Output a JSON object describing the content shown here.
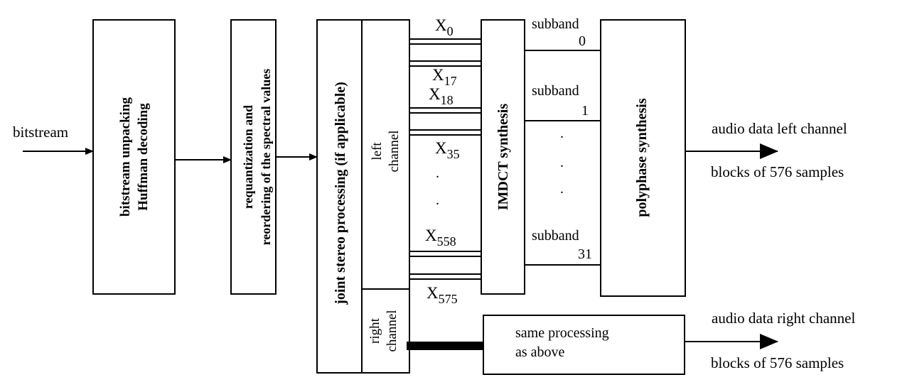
{
  "input": "bitstream",
  "blocks": {
    "unpack_line1": "bitstream unpacking",
    "unpack_line2": "Huffman decoding",
    "requant_line1": "requantization and",
    "requant_line2": "reordering of the spectral values",
    "joint_stereo": "joint stereo processing  (if applicable)",
    "left_line1": "left",
    "left_line2": "channel",
    "right_line1": "right",
    "right_line2": "channel",
    "imdct": "IMDCT synthesis",
    "polyphase": "polyphase synthesis",
    "same_line1": "same processing",
    "same_line2": "as above"
  },
  "coefficients": [
    {
      "base": "X",
      "sub": "0"
    },
    {
      "base": "X",
      "sub": "17"
    },
    {
      "base": "X",
      "sub": "18"
    },
    {
      "base": "X",
      "sub": "35"
    },
    {
      "base": "X",
      "sub": "558"
    },
    {
      "base": "X",
      "sub": "575"
    }
  ],
  "subbands": [
    {
      "label": "subband",
      "index": "0"
    },
    {
      "label": "subband",
      "index": "1"
    },
    {
      "label": "subband",
      "index": "31"
    }
  ],
  "dots": ".",
  "outputs": {
    "left_title": "audio data left channel",
    "left_sub": "blocks of 576 samples",
    "right_title": "audio data right channel",
    "right_sub": "blocks of 576 samples"
  }
}
